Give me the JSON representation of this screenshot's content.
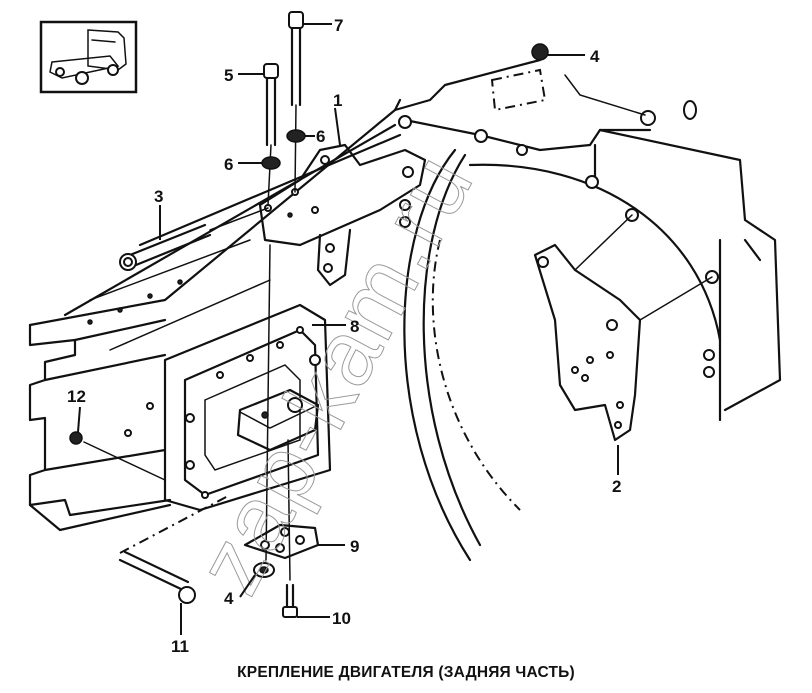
{
  "caption": "КРЕПЛЕНИЕ ДВИГАТЕЛЯ (ЗАДНЯЯ ЧАСТЬ)",
  "watermark": "zap-kam.ru",
  "thumbnail": {
    "icon": "truck-tractor-icon",
    "description": "vehicle location thumbnail"
  },
  "callouts": [
    {
      "id": "1",
      "label": "1"
    },
    {
      "id": "2",
      "label": "2"
    },
    {
      "id": "3",
      "label": "3"
    },
    {
      "id": "4a",
      "label": "4"
    },
    {
      "id": "4b",
      "label": "4"
    },
    {
      "id": "5",
      "label": "5"
    },
    {
      "id": "6a",
      "label": "6"
    },
    {
      "id": "6b",
      "label": "6"
    },
    {
      "id": "7",
      "label": "7"
    },
    {
      "id": "8",
      "label": "8"
    },
    {
      "id": "9",
      "label": "9"
    },
    {
      "id": "10",
      "label": "10"
    },
    {
      "id": "11",
      "label": "11"
    },
    {
      "id": "12",
      "label": "12"
    }
  ]
}
